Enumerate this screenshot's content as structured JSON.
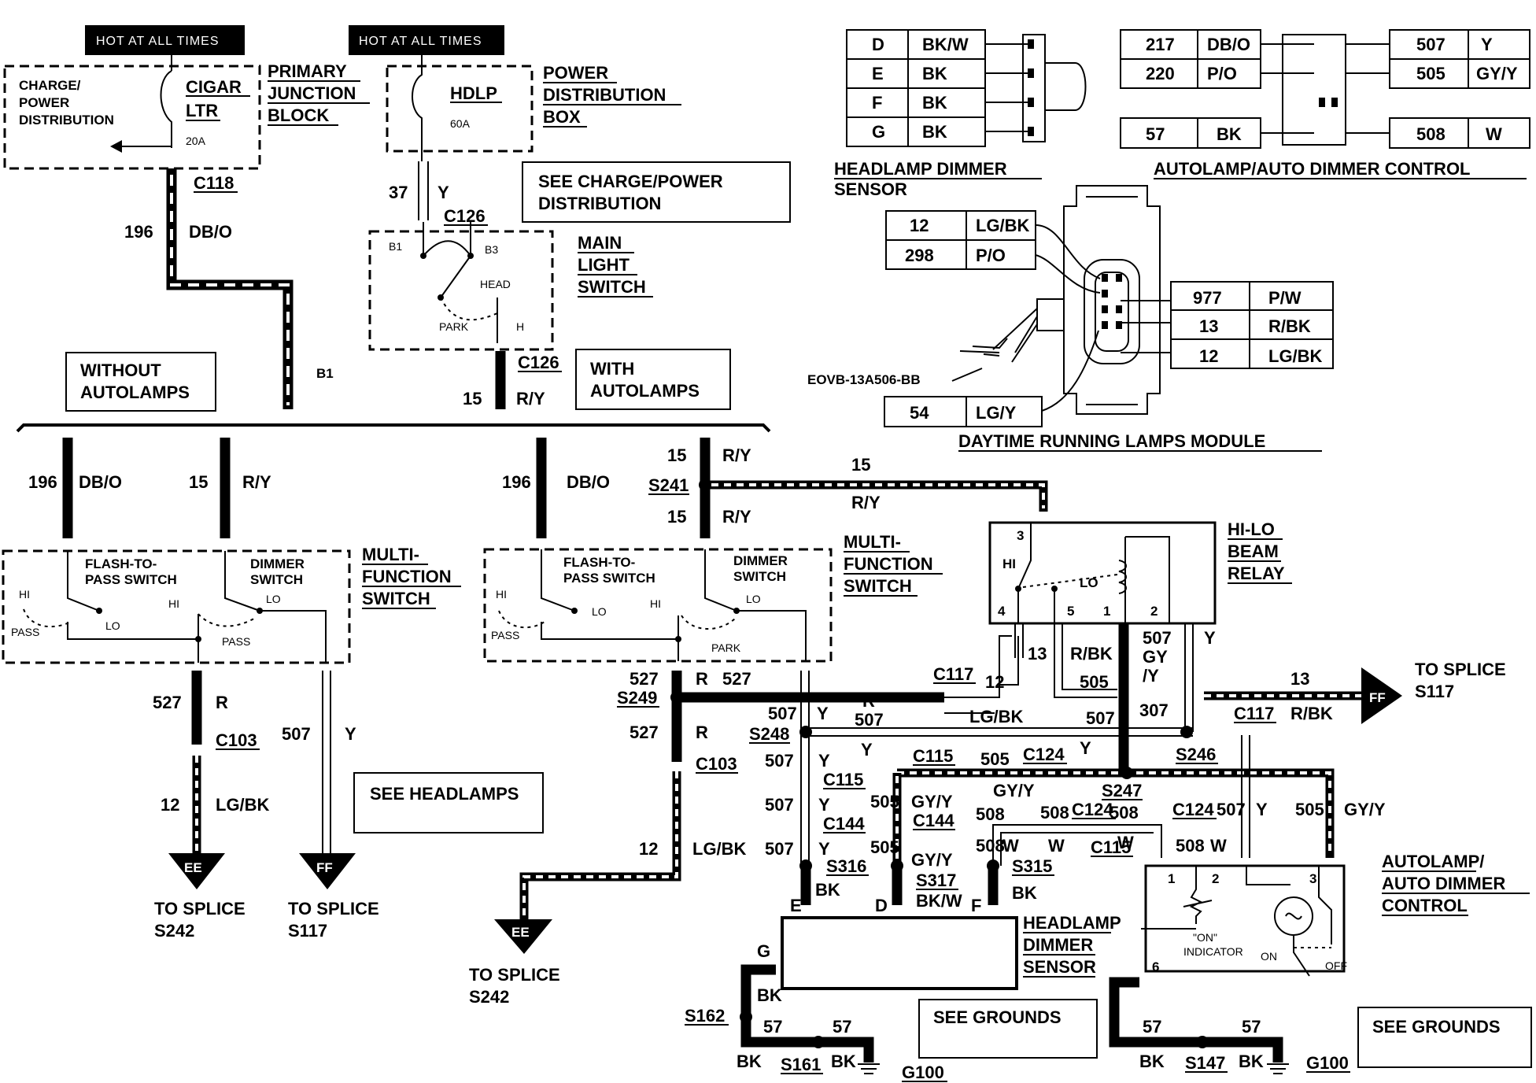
{
  "hot_labels": [
    "HOT AT ALL TIMES",
    "HOT AT ALL TIMES"
  ],
  "pjb": {
    "inner": [
      "CHARGE/",
      "POWER",
      "DISTRIBUTION"
    ],
    "fuse_name": [
      "CIGAR",
      "LTR"
    ],
    "fuse_amps": "20A",
    "title": [
      "PRIMARY",
      "JUNCTION",
      "BLOCK"
    ],
    "connector": "C118"
  },
  "pdb": {
    "fuse_name": "HDLP",
    "fuse_amps": "60A",
    "title": [
      "POWER",
      "DISTRIBUTION",
      "BOX"
    ],
    "see": [
      "SEE CHARGE/POWER",
      "DISTRIBUTION"
    ]
  },
  "main_switch": {
    "title": [
      "MAIN",
      "LIGHT",
      "SWITCH"
    ],
    "terms": [
      "B1",
      "B3",
      "HEAD",
      "PARK",
      "H"
    ],
    "connector": "C126"
  },
  "wire_196": {
    "num": "196",
    "color": "DB/O"
  },
  "wire_37": {
    "num": "37",
    "color": "Y"
  },
  "wire_15": {
    "num": "15",
    "color": "R/Y"
  },
  "b1_label": "B1",
  "without_auto": [
    "WITHOUT",
    "AUTOLAMPS"
  ],
  "with_auto": [
    "WITH",
    "AUTOLAMPS"
  ],
  "mfs": {
    "title": [
      "MULTI-",
      "FUNCTION",
      "SWITCH"
    ],
    "flash": [
      "FLASH-TO-",
      "PASS SWITCH"
    ],
    "dimmer": [
      "DIMMER",
      "SWITCH"
    ],
    "terms": [
      "HI",
      "LO",
      "PASS",
      "HI",
      "LO",
      "PASS",
      "PARK"
    ]
  },
  "left_bottom": {
    "w527": {
      "num": "527",
      "color": "R"
    },
    "c103": "C103",
    "w12": {
      "num": "12",
      "color": "LG/BK"
    },
    "w507": {
      "num": "507",
      "color": "Y"
    },
    "see_headlamps": "SEE HEADLAMPS",
    "ee": "EE",
    "ff": "FF",
    "to_splice_s242": [
      "TO SPLICE",
      "S242"
    ],
    "to_splice_s117": [
      "TO SPLICE",
      "S117"
    ]
  },
  "right_mid": {
    "s241": "S241",
    "w15_top": "15",
    "w15_color": "R/Y",
    "s249": "S249",
    "s248": "S248",
    "c117": "C117",
    "c115": "C115",
    "c144": "C144",
    "c124": "C124",
    "c103": "C103",
    "s246": "S246",
    "s247": "S247",
    "s316": "S316",
    "s317": "S317",
    "s315": "S315",
    "to_splice_s117": [
      "TO SPLICE",
      "S117"
    ],
    "to_splice_s242": [
      "TO SPLICE",
      "S242"
    ],
    "wires": [
      "527",
      "R",
      "507",
      "Y",
      "13",
      "LG/BK",
      "R/BK",
      "505",
      "GY/Y",
      "307",
      "508",
      "W",
      "12",
      "BK",
      "BK/W"
    ]
  },
  "relay": {
    "title": [
      "HI-LO",
      "BEAM",
      "RELAY"
    ],
    "pins": [
      "3",
      "4",
      "5",
      "1",
      "2"
    ],
    "hi": "HI",
    "lo": "LO",
    "wires": [
      "13",
      "R/BK",
      "507",
      "GY",
      "/Y",
      "Y"
    ]
  },
  "sensor": {
    "title": [
      "HEADLAMP",
      "DIMMER",
      "SENSOR"
    ],
    "pins": [
      "E",
      "D",
      "F",
      "G"
    ],
    "s162": "S162",
    "s161": "S161",
    "g100": "G100",
    "w57": "57",
    "bk": "BK"
  },
  "auto_ctrl": {
    "title": [
      "AUTOLAMP/",
      "AUTO DIMMER",
      "CONTROL"
    ],
    "pins": [
      "1",
      "2",
      "3",
      "6"
    ],
    "on_ind": [
      "\"ON\"",
      "INDICATOR"
    ],
    "on": "ON",
    "off": "OFF",
    "s147": "S147",
    "g100": "G100",
    "w57": "57",
    "bk": "BK"
  },
  "see_grounds": "SEE GROUNDS",
  "sensor_table": {
    "rows": [
      [
        "D",
        "BK/W"
      ],
      [
        "E",
        "BK"
      ],
      [
        "F",
        "BK"
      ],
      [
        "G",
        "BK"
      ]
    ],
    "caption": [
      "HEADLAMP DIMMER",
      "SENSOR"
    ]
  },
  "auto_table": {
    "left": [
      [
        "217",
        "DB/O"
      ],
      [
        "220",
        "P/O"
      ],
      [
        "57",
        "BK"
      ]
    ],
    "right": [
      [
        "507",
        "Y"
      ],
      [
        "505",
        "GY/Y"
      ],
      [
        "508",
        "W"
      ]
    ],
    "caption": "AUTOLAMP/AUTO DIMMER CONTROL"
  },
  "drl_table": {
    "topleft": [
      [
        "12",
        "LG/BK"
      ],
      [
        "298",
        "P/O"
      ]
    ],
    "right": [
      [
        "977",
        "P/W"
      ],
      [
        "13",
        "R/BK"
      ],
      [
        "12",
        "LG/BK"
      ]
    ],
    "bottom": [
      [
        "54",
        "LG/Y"
      ]
    ],
    "part": "EOVB-13A506-BB",
    "caption": "DAYTIME RUNNING LAMPS MODULE"
  }
}
